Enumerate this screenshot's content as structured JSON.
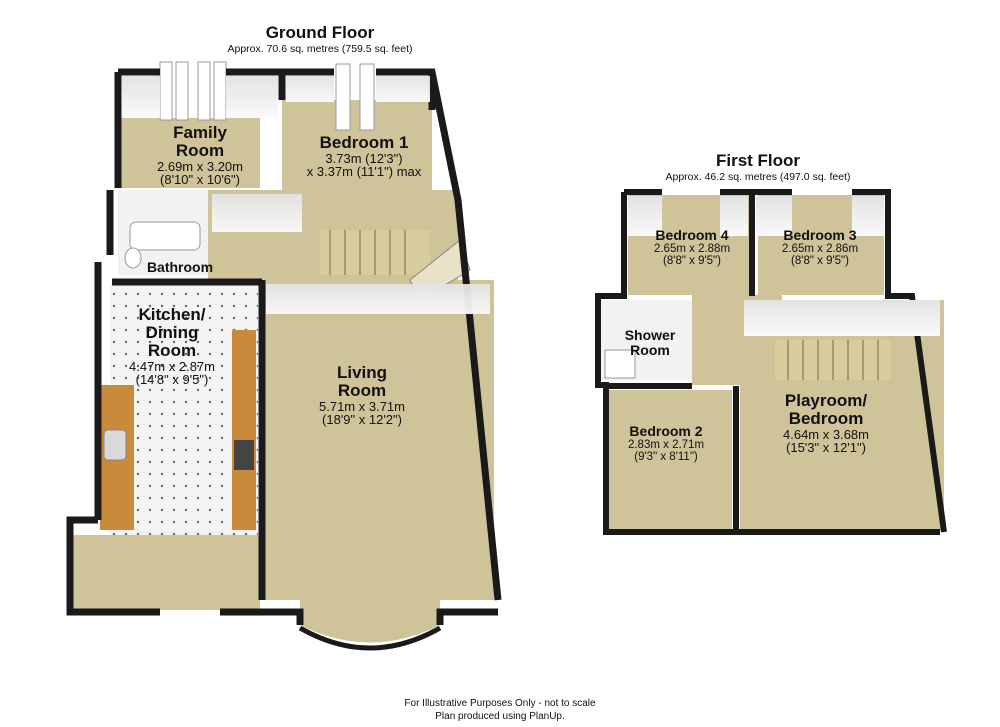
{
  "ground_floor": {
    "title": "Ground Floor",
    "area": "Approx. 70.6 sq. metres (759.5 sq. feet)",
    "rooms": {
      "family_room": {
        "name_line1": "Family",
        "name_line2": "Room",
        "dim_metric": "2.69m x 3.20m",
        "dim_imperial": "(8'10\" x 10'6\")"
      },
      "bedroom_1": {
        "name": "Bedroom 1",
        "dim_line1": "3.73m (12'3\")",
        "dim_line2": "x 3.37m (11'1\") max"
      },
      "bathroom": {
        "name": "Bathroom"
      },
      "kitchen": {
        "name_line1": "Kitchen/",
        "name_line2": "Dining",
        "name_line3": "Room",
        "dim_metric": "4.47m x 2.87m",
        "dim_imperial": "(14'8\" x 9'5\")"
      },
      "living_room": {
        "name_line1": "Living",
        "name_line2": "Room",
        "dim_metric": "5.71m x 3.71m",
        "dim_imperial": "(18'9\" x 12'2\")"
      }
    }
  },
  "first_floor": {
    "title": "First Floor",
    "area": "Approx. 46.2 sq. metres (497.0 sq. feet)",
    "rooms": {
      "bedroom_4": {
        "name": "Bedroom 4",
        "dim_metric": "2.65m x 2.88m",
        "dim_imperial": "(8'8\" x 9'5\")"
      },
      "bedroom_3": {
        "name": "Bedroom 3",
        "dim_metric": "2.65m x 2.86m",
        "dim_imperial": "(8'8\" x 9'5\")"
      },
      "shower_room": {
        "name_line1": "Shower",
        "name_line2": "Room"
      },
      "bedroom_2": {
        "name": "Bedroom 2",
        "dim_metric": "2.83m x 2.71m",
        "dim_imperial": "(9'3\" x 8'11\")"
      },
      "playroom": {
        "name_line1": "Playroom/",
        "name_line2": "Bedroom",
        "dim_metric": "4.64m x 3.68m",
        "dim_imperial": "(15'3\" x 12'1\")"
      }
    }
  },
  "footer": {
    "line1": "For Illustrative Purposes Only - not to scale",
    "line2": "Plan produced using PlanUp."
  },
  "colors": {
    "carpet": "#cfc39a",
    "wall_face": "#eeeeee",
    "wall_top": "#1a1a1a",
    "counter": "#c98a3c",
    "tile": "#f3f3f3",
    "stairs": "#d9cc9c"
  }
}
